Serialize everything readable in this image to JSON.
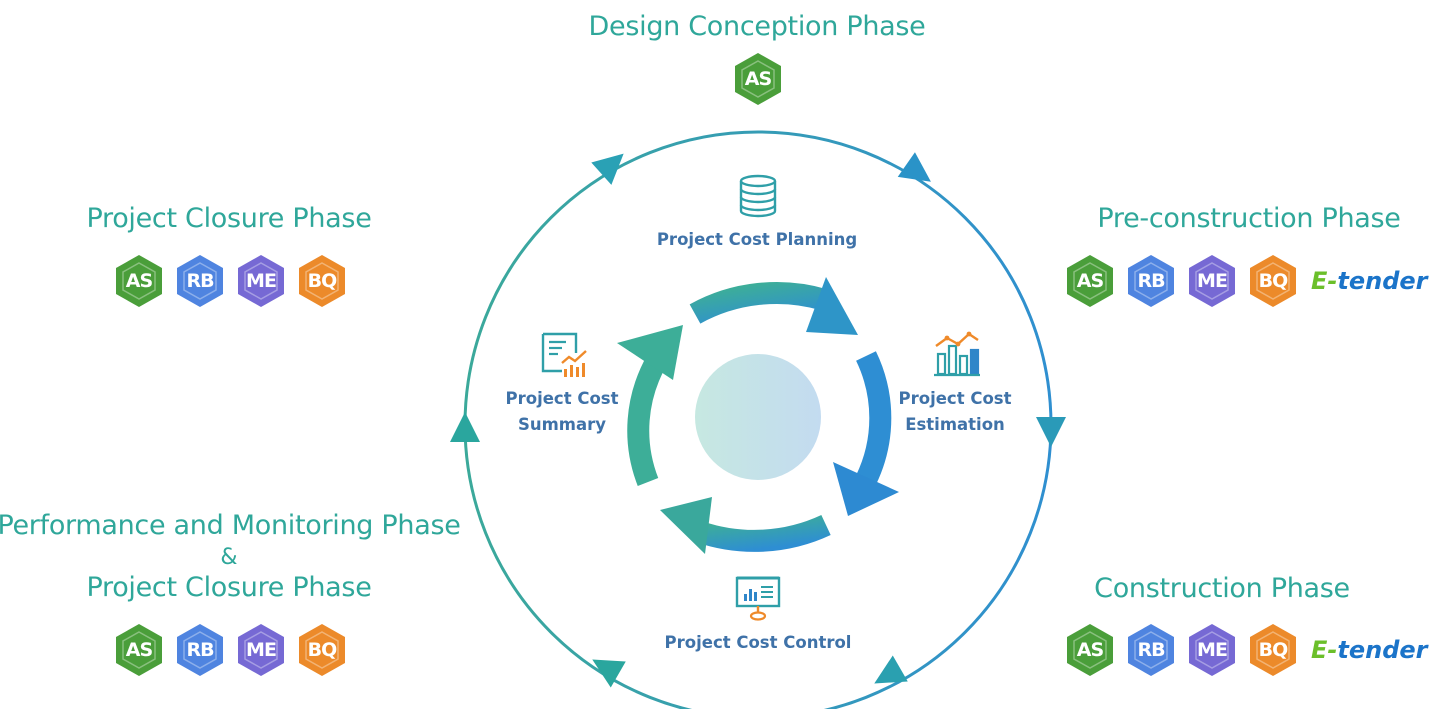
{
  "phases": {
    "design": {
      "title": "Design Conception Phase",
      "badges": [
        "AS"
      ]
    },
    "preconstruction": {
      "title": "Pre-construction Phase",
      "badges": [
        "AS",
        "RB",
        "ME",
        "BQ"
      ],
      "extra": {
        "prefix": "E-",
        "suffix": "tender"
      }
    },
    "construction": {
      "title": "Construction Phase",
      "badges": [
        "AS",
        "RB",
        "ME",
        "BQ"
      ],
      "extra": {
        "prefix": "E-",
        "suffix": "tender"
      }
    },
    "closure": {
      "title": "Project Closure Phase",
      "badges": [
        "AS",
        "RB",
        "ME",
        "BQ"
      ]
    },
    "performance": {
      "line1": "Performance and Monitoring Phase",
      "amp": "&",
      "line2": "Project Closure Phase",
      "badges": [
        "AS",
        "RB",
        "ME",
        "BQ"
      ]
    }
  },
  "steps": {
    "planning": {
      "label": "Project Cost Planning",
      "icon": "database-icon"
    },
    "estimation": {
      "label": "Project Cost\nEstimation",
      "icon": "bar-chart-trend-icon"
    },
    "control": {
      "label": "Project Cost Control",
      "icon": "presentation-board-icon"
    },
    "summary": {
      "label": "Project Cost\nSummary",
      "icon": "report-document-icon"
    }
  },
  "colors": {
    "teal": "#2fa79a",
    "blue": "#3f72a8",
    "AS": "#4a9e3a",
    "RB": "#4f84e0",
    "ME": "#7669d4",
    "BQ": "#ec8a2a"
  }
}
